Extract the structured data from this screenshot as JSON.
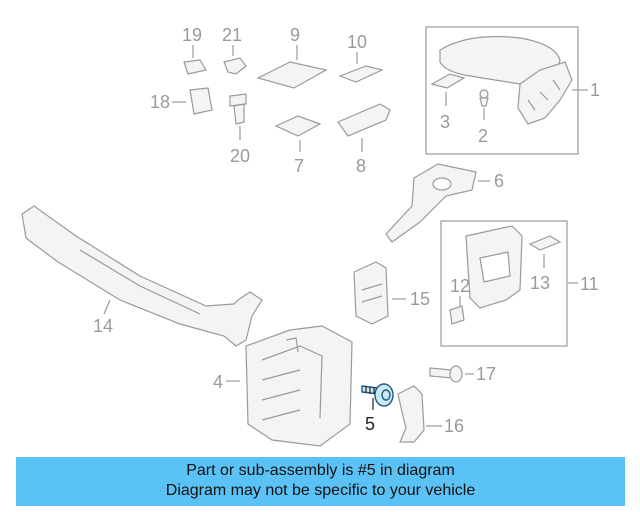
{
  "callouts": {
    "c1": "1",
    "c2": "2",
    "c3": "3",
    "c4": "4",
    "c5": "5",
    "c6": "6",
    "c7": "7",
    "c8": "8",
    "c9": "9",
    "c10": "10",
    "c11": "11",
    "c12": "12",
    "c13": "13",
    "c14": "14",
    "c15": "15",
    "c16": "16",
    "c17": "17",
    "c18": "18",
    "c19": "19",
    "c20": "20",
    "c21": "21"
  },
  "highlighted_part": "5",
  "colors": {
    "banner": "#5bc2f5",
    "parts": "#9a9a9a",
    "highlight": "#222222"
  },
  "banner": {
    "line1": "Part or sub-assembly is #5 in diagram",
    "line2": "Diagram may not be specific to your vehicle"
  }
}
